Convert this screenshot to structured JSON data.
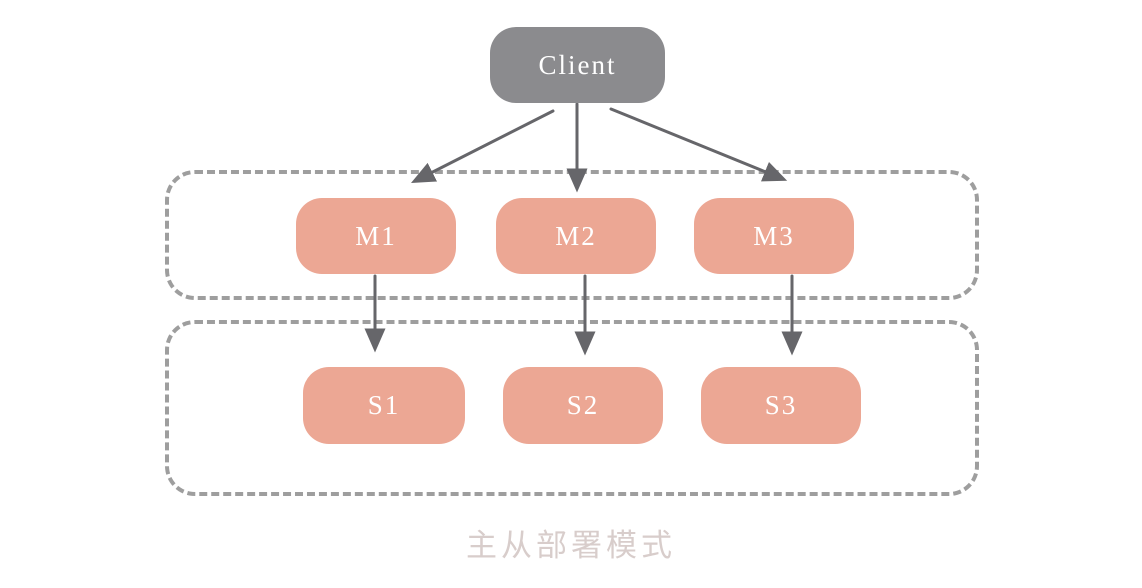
{
  "diagram": {
    "caption": "主从部署模式",
    "client": {
      "label": "Client"
    },
    "masters": [
      {
        "label": "M1"
      },
      {
        "label": "M2"
      },
      {
        "label": "M3"
      }
    ],
    "slaves": [
      {
        "label": "S1"
      },
      {
        "label": "S2"
      },
      {
        "label": "S3"
      }
    ],
    "colors": {
      "client_fill": "#8b8b8e",
      "node_fill": "#eca794",
      "node_text": "#ffffff",
      "arrow": "#66666a",
      "group_border": "#9e9e9e",
      "caption_text": "#d8cdcb"
    }
  }
}
